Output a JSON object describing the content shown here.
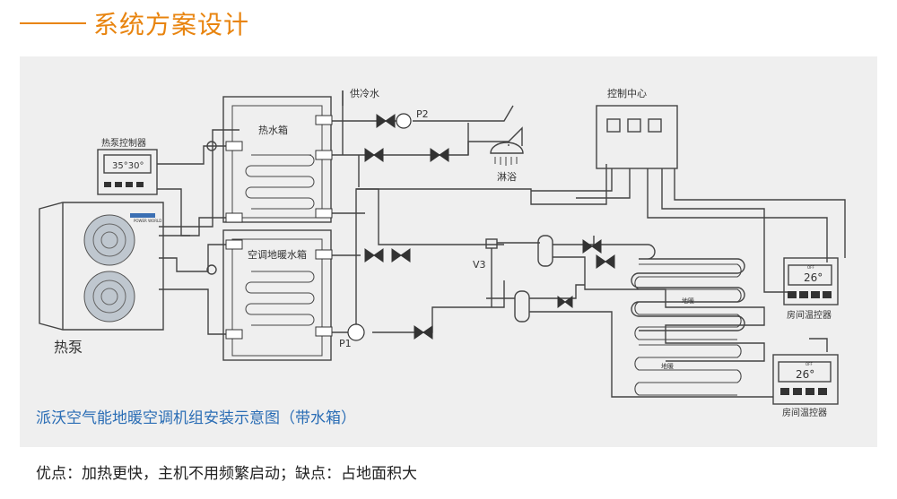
{
  "header": {
    "title": "系统方案设计"
  },
  "diagram": {
    "hot_water_tank": "热水箱",
    "ac_floor_tank": "空调地暖水箱",
    "heat_pump": "热泵",
    "heat_pump_controller": "热泵控制器",
    "controller_display": "35°30°",
    "cold_water_supply": "供冷水",
    "pump_p2": "P2",
    "pump_p1": "P1",
    "shower": "淋浴",
    "control_center": "控制中心",
    "valve_v3": "V3",
    "floor_heating_1": "地暖",
    "floor_heating_2": "地暖",
    "thermostat_1": {
      "label": "房间温控器",
      "temp": "26°",
      "tag": "OFF"
    },
    "thermostat_2": {
      "label": "房间温控器",
      "temp": "26°",
      "tag": "OFF"
    },
    "brand": "POWER WORLD"
  },
  "caption": "派沃空气能地暖空调机组安装示意图（带水箱）",
  "footer": "优点：加热更快，主机不用频繁启动；缺点：占地面积大"
}
